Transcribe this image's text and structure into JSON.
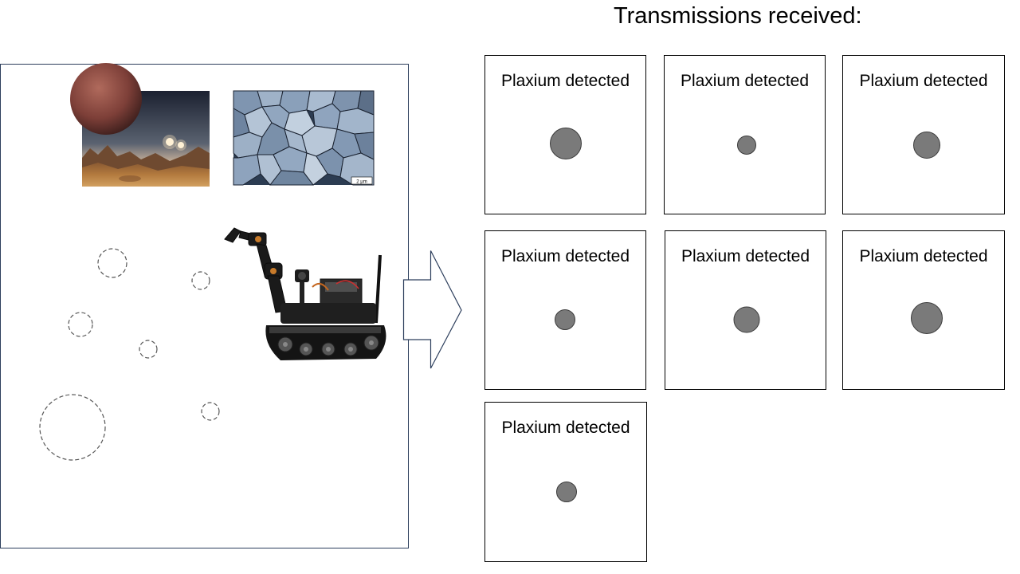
{
  "heading": "Transmissions received:",
  "scale_bar_label": "2 μm",
  "cards": [
    {
      "label": "Plaxium detected"
    },
    {
      "label": "Plaxium detected"
    },
    {
      "label": "Plaxium detected"
    },
    {
      "label": "Plaxium detected"
    },
    {
      "label": "Plaxium detected"
    },
    {
      "label": "Plaxium detected"
    },
    {
      "label": "Plaxium detected"
    }
  ],
  "colors": {
    "blob_fill": "#7a7a7a",
    "blob_stroke": "#3c3c3c",
    "frame_border": "#2c3e5c"
  }
}
